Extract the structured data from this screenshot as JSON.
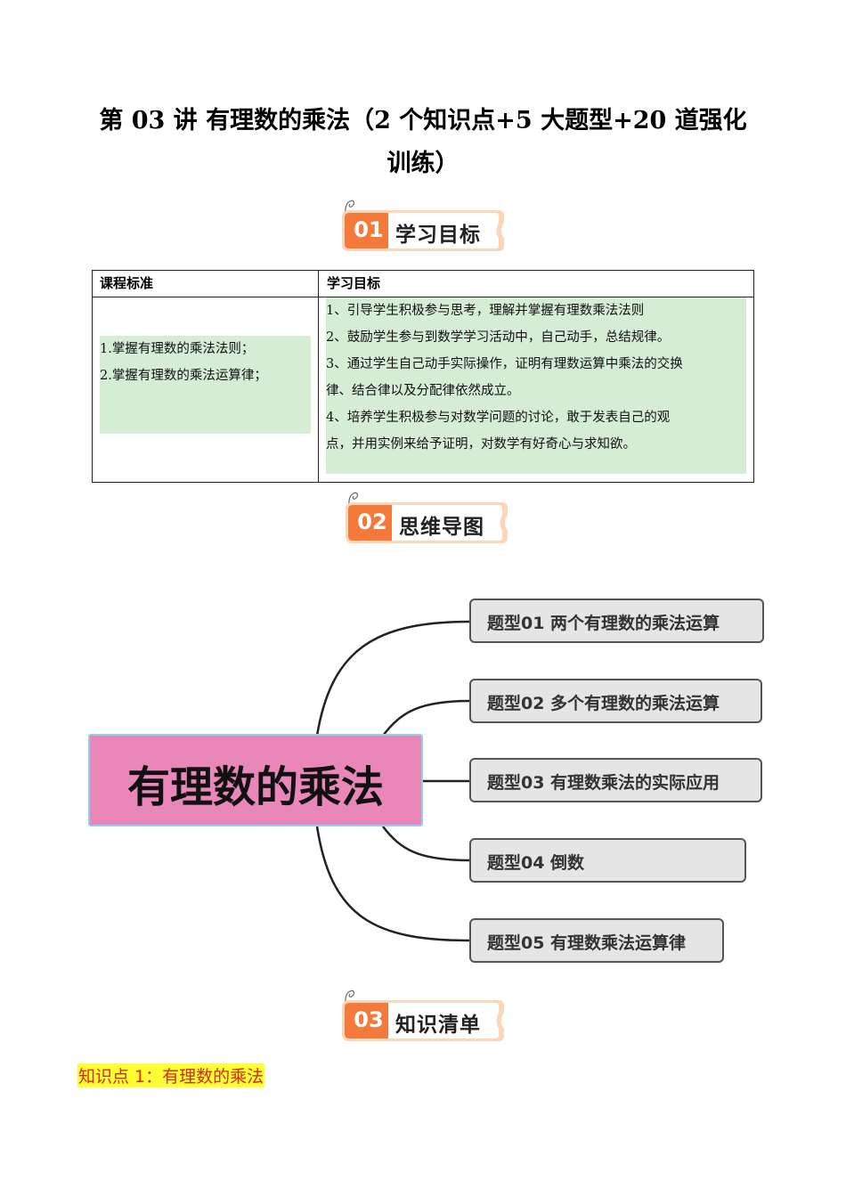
{
  "doc": {
    "title": "第 03 讲  有理数的乘法（2 个知识点+5 大题型+20 道强化训练）"
  },
  "sections": [
    {
      "num": "01",
      "label": "学习目标"
    },
    {
      "num": "02",
      "label": "思维导图"
    },
    {
      "num": "03",
      "label": "知识清单"
    }
  ],
  "table": {
    "col1_header": "课程标准",
    "col2_header": "学习目标",
    "standards": [
      "1.掌握有理数的乘法法则；",
      "2.掌握有理数的乘法运算律；"
    ],
    "objectives": [
      "1、引导学生积极参与思考，理解并掌握有理数乘法法则",
      "2、鼓励学生参与到数学学习活动中，自己动手，总结规律。",
      "3、通过学生自己动手实际操作，证明有理数运算中乘法的交换",
      "律、结合律以及分配律依然成立。",
      "4、培养学生积极参与对数学问题的讨论，敢于发表自己的观",
      "点，并用实例来给予证明，对数学有好奇心与求知欲。"
    ]
  },
  "mindmap": {
    "root": "有理数的乘法",
    "branches": [
      "题型01 两个有理数的乘法运算",
      "题型02 多个有理数的乘法运算",
      "题型03 有理数乘法的实际应用",
      "题型04 倒数",
      "题型05 有理数乘法运算律"
    ]
  },
  "knowledge": {
    "point1": "知识点 1：有理数的乘法"
  },
  "colors": {
    "badge_orange": "#f47a3c",
    "badge_light": "#fbd7b8",
    "highlight_green": "#d5ecd5",
    "root_pink": "#e987b8",
    "kp_red": "#d42a1a",
    "kp_yellow": "#ffff33"
  }
}
